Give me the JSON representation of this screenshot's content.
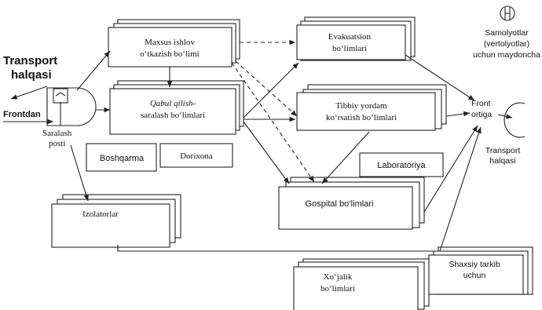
{
  "labels": {
    "transport_left_1": "Transport",
    "transport_left_2": "halqasi",
    "frontdan": "Frontdan",
    "saralash_1": "Saralash",
    "saralash_2": "posti",
    "maxsus_1": "Maxsus ishlov",
    "maxsus_2": "o‘tkazish bo‘limi",
    "qabul_1": "Qabul qilish-",
    "qabul_2": "saralash bo‘limlari",
    "boshqarma": "Boshqarma",
    "dorixona": "Dorixona",
    "izolatorlar": "Izolatorlar",
    "evakuatsion_1": "Evakuatsion",
    "evakuatsion_2": "bo‘limlari",
    "tibbiy_1": "Tibbiy yordam",
    "tibbiy_2": "ko‘rsatish bo‘limlari",
    "laboratoriya": "Laboratoriya",
    "gospital": "Gospital bo‘limlari",
    "xojalik_1": "Xo‘jalik",
    "xojalik_2": "bo‘limlari",
    "shaxsiy_1": "Shaxsiy tarkib",
    "shaxsiy_2": "uchun",
    "samolyot_1": "Samolyotlar",
    "samolyot_2": "(vertolyotlar)",
    "samolyot_3": "uchun maydoncha",
    "front_1": "Front",
    "front_2": "ortiga",
    "transport_right_1": "Transport",
    "transport_right_2": "halqasi"
  }
}
